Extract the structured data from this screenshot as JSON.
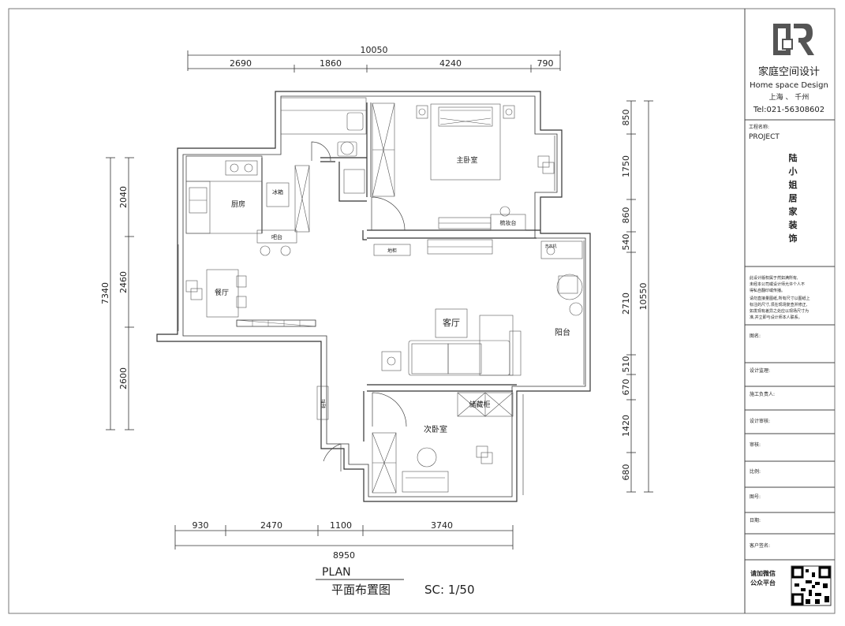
{
  "title_block": {
    "company_cn": "家庭空间设计",
    "company_en": "Home space Design",
    "cities": "上海 、 千州",
    "tel": "Tel:021-56308602",
    "project_label_cn": "工程名称:",
    "project_label_en": "PROJECT",
    "project_name": [
      "陆",
      "小",
      "姐",
      "居",
      "家",
      "装",
      "饰"
    ],
    "notice": [
      "此设计版权属于然如满所有,",
      "未经本公司或设计师允许个人不",
      "得私自翻印或传播。",
      "请勿直接量图纸,所有尺寸以图纸上",
      "标注的尺寸,须在现场复查并修正,",
      "如发现有差异之处应以现场尺寸为",
      "准,并立即与设计师本人联系。"
    ],
    "fields": [
      "图名:",
      "设计监理:",
      "施工负责人:",
      "设计审核:",
      "审核:",
      "比例:",
      "图号:",
      "日期:",
      "客户签名:"
    ],
    "qr_caption": [
      "请加微信",
      "公众平台"
    ]
  },
  "plan": {
    "title_en": "PLAN",
    "title_cn": "平面布置图",
    "scale": "SC: 1/50",
    "top_dims": [
      "2690",
      "1860",
      "4240",
      "790"
    ],
    "top_total": "10050",
    "bottom_dims": [
      "930",
      "2470",
      "1100",
      "3740"
    ],
    "bottom_total": "8950",
    "left_dims": [
      "2040",
      "2460",
      "2600"
    ],
    "left_total": "7340",
    "right_dims": [
      "850",
      "1750",
      "860",
      "540",
      "2710",
      "510",
      "670",
      "1420",
      "680"
    ],
    "right_total": "10550",
    "rooms": {
      "master_bedroom": "主卧室",
      "kitchen": "厨房",
      "fridge": "冰箱",
      "bar": "吧台",
      "dining": "餐厅",
      "living": "客厅",
      "balcony": "阳台",
      "second_bedroom": "次卧室",
      "storage_cabinet": "储藏柜",
      "vanity": "梳妆台",
      "tv_cabinet": "地柜",
      "shoe_cabinet": "鞋柜",
      "washer": "洗衣机"
    }
  }
}
